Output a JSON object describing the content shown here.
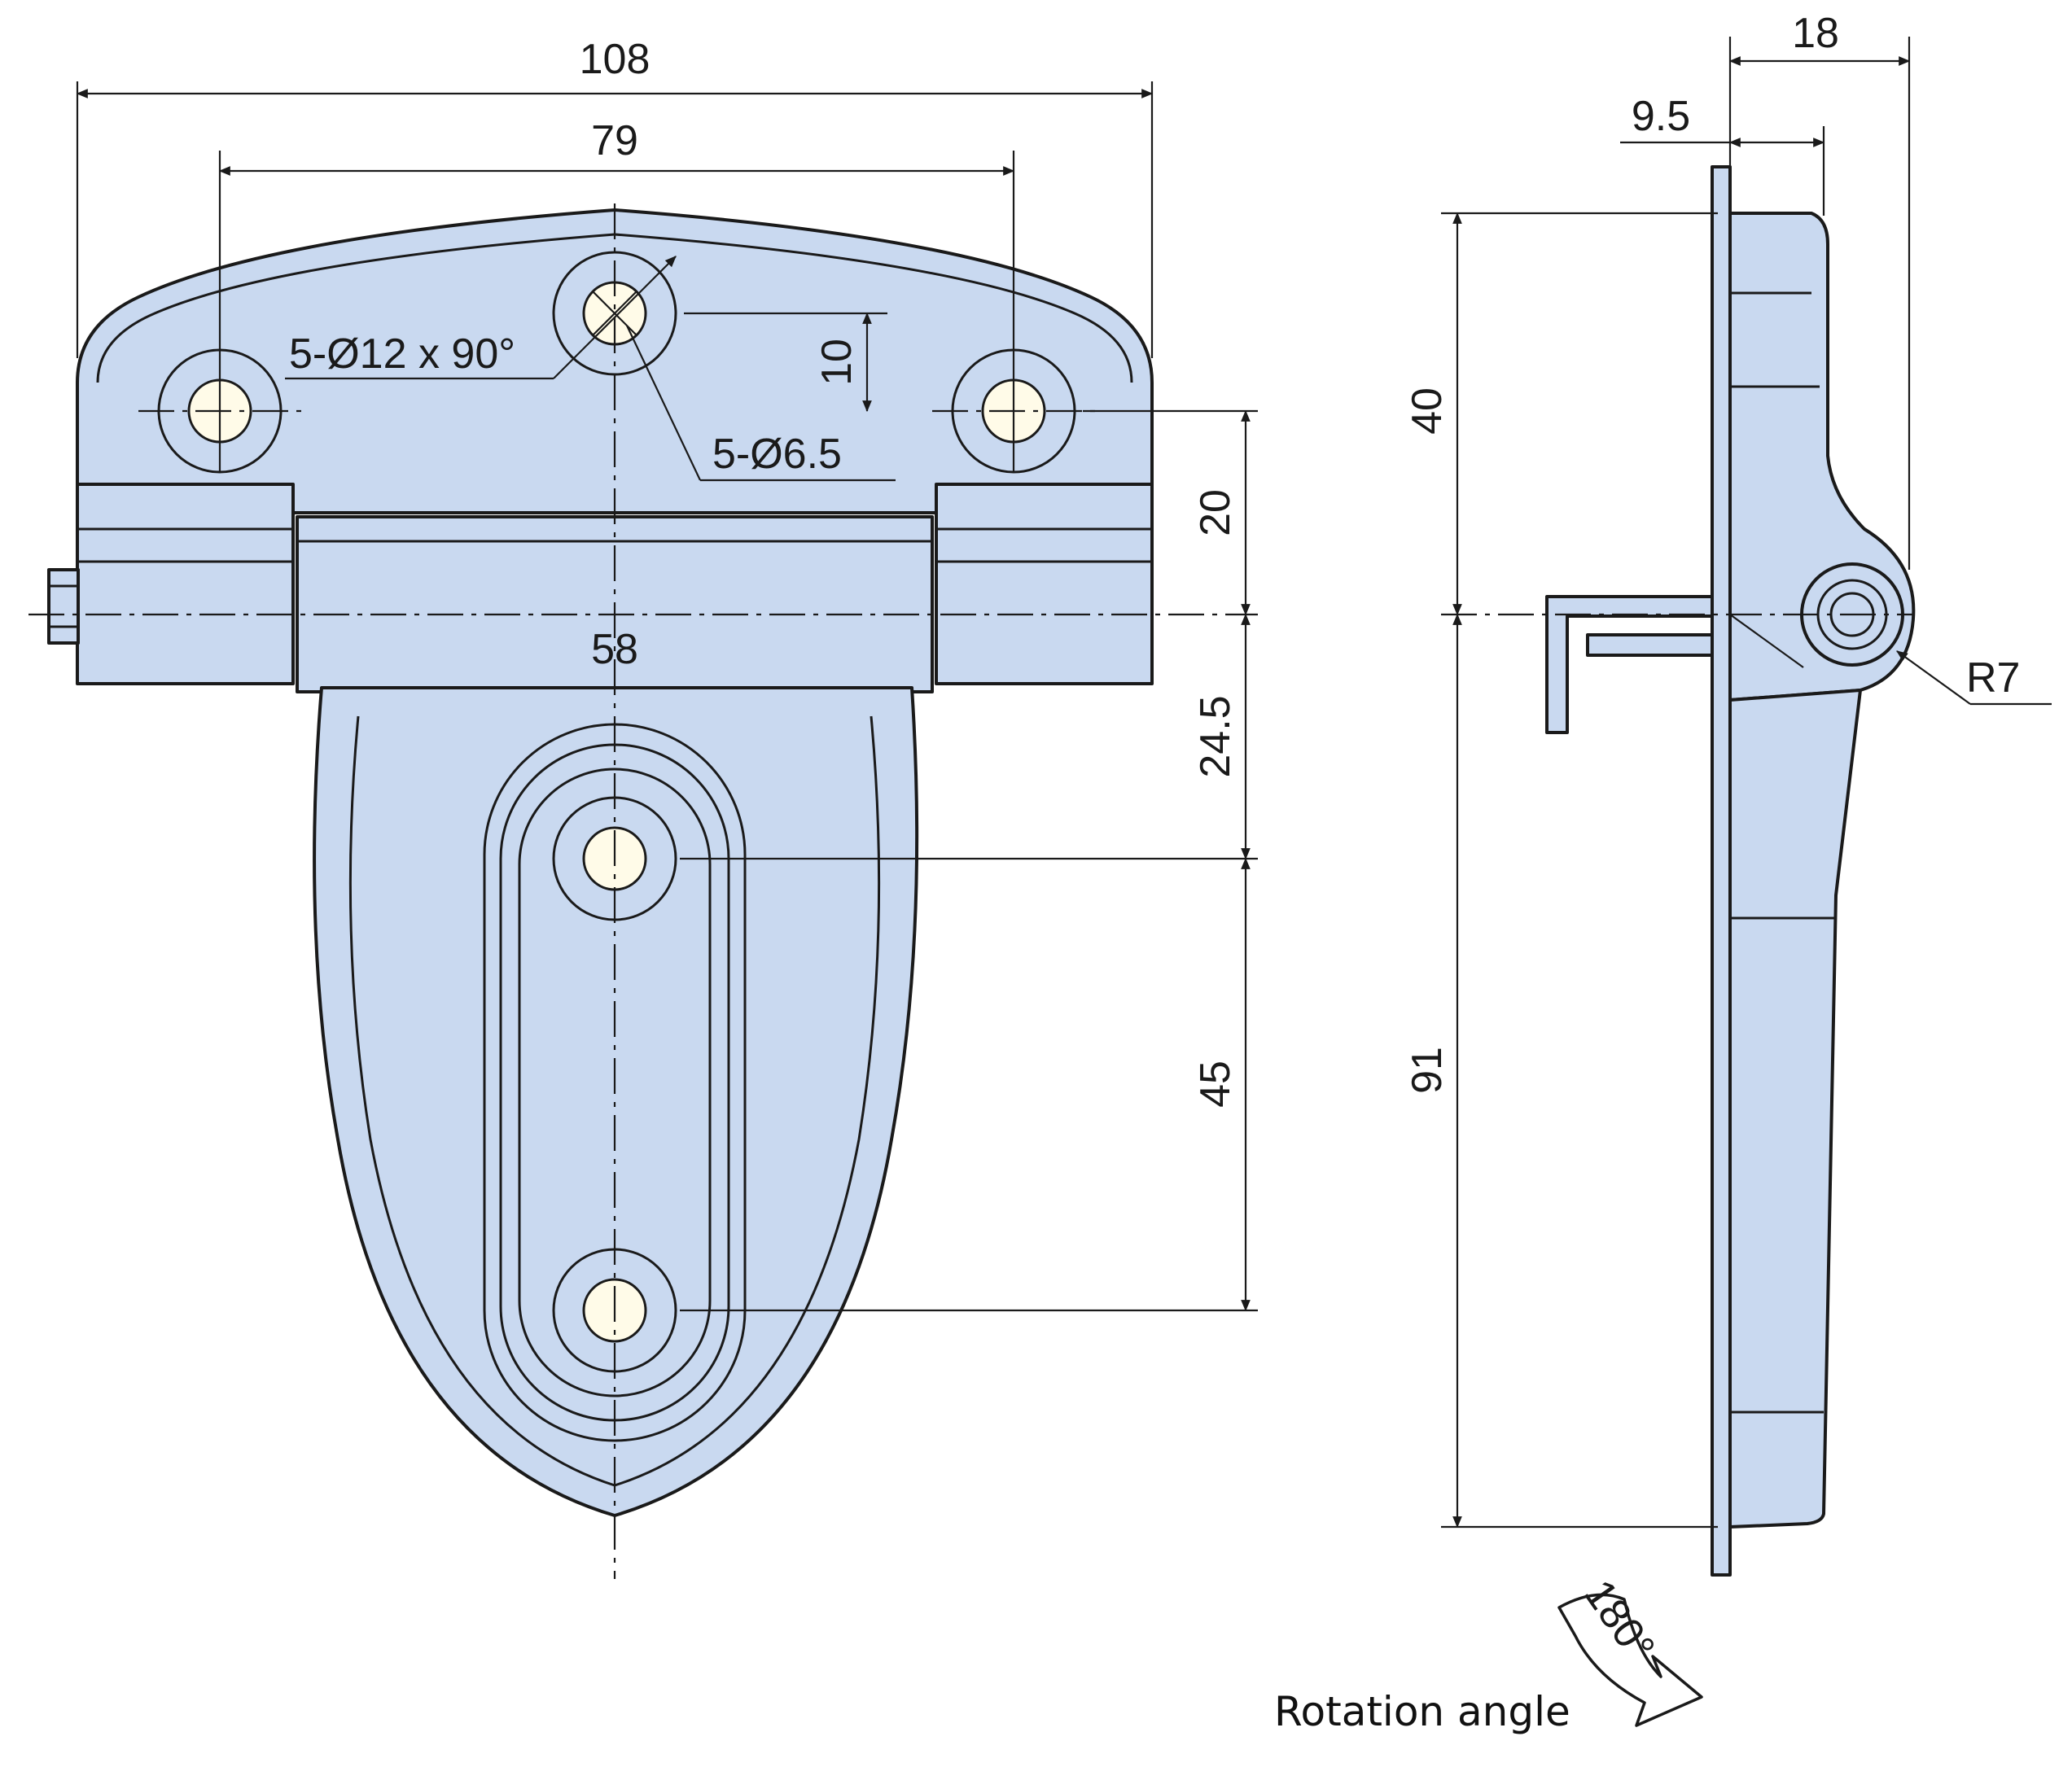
{
  "front_view": {
    "dims": {
      "overall_width": "108",
      "hole_spacing": "79",
      "countersink": "5-Ø12 x 90°",
      "hole_offset": "10",
      "hole_diameter": "5-Ø6.5",
      "knuckle_width": "58",
      "top_hole_to_axis": "20",
      "axis_to_slot_hole": "24.5",
      "slot_hole_spacing": "45"
    }
  },
  "side_view": {
    "dims": {
      "total_depth": "18",
      "leaf_offset": "9.5",
      "upper_height": "40",
      "lower_height": "91",
      "radius": "R7"
    }
  },
  "rotation": {
    "angle": "180°",
    "label": "Rotation angle"
  }
}
